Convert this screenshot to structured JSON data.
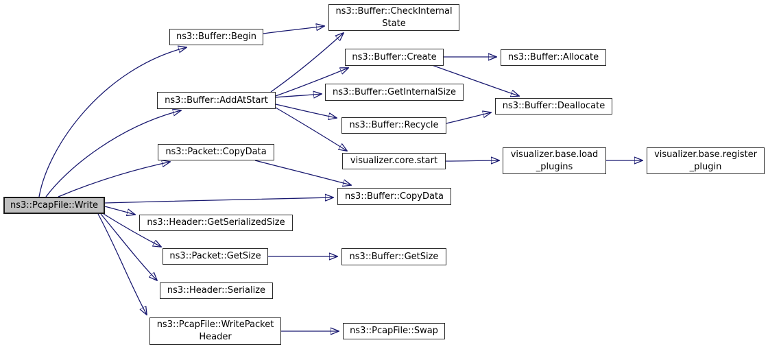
{
  "figure": {
    "type": "call-graph",
    "root": "ns3::PcapFile::Write",
    "colors": {
      "background": "#ffffff",
      "edge": "#191970",
      "node_border": "#2b2b2b",
      "node_fill": "#ffffff",
      "root_fill": "#bfbfbf"
    },
    "nodes": [
      {
        "id": "write",
        "label": "ns3::PcapFile::Write"
      },
      {
        "id": "begin",
        "label": "ns3::Buffer::Begin"
      },
      {
        "id": "addatstart",
        "label": "ns3::Buffer::AddAtStart"
      },
      {
        "id": "packet_copydata",
        "label": "ns3::Packet::CopyData"
      },
      {
        "id": "checkinternalstate",
        "label": "ns3::Buffer::CheckInternal\nState"
      },
      {
        "id": "create",
        "label": "ns3::Buffer::Create"
      },
      {
        "id": "allocate",
        "label": "ns3::Buffer::Allocate"
      },
      {
        "id": "getinternalsize",
        "label": "ns3::Buffer::GetInternalSize"
      },
      {
        "id": "deallocate",
        "label": "ns3::Buffer::Deallocate"
      },
      {
        "id": "recycle",
        "label": "ns3::Buffer::Recycle"
      },
      {
        "id": "core_start",
        "label": "visualizer.core.start"
      },
      {
        "id": "buffer_copydata",
        "label": "ns3::Buffer::CopyData"
      },
      {
        "id": "load_plugins",
        "label": "visualizer.base.load\n_plugins"
      },
      {
        "id": "register_plugin",
        "label": "visualizer.base.register\n_plugin"
      },
      {
        "id": "getserializedsize",
        "label": "ns3::Header::GetSerializedSize"
      },
      {
        "id": "packet_getsize",
        "label": "ns3::Packet::GetSize"
      },
      {
        "id": "buffer_getsize",
        "label": "ns3::Buffer::GetSize"
      },
      {
        "id": "serialize",
        "label": "ns3::Header::Serialize"
      },
      {
        "id": "writepacketheader",
        "label": "ns3::PcapFile::WritePacket\nHeader"
      },
      {
        "id": "swap",
        "label": "ns3::PcapFile::Swap"
      }
    ],
    "edges": [
      {
        "from": "write",
        "to": "begin"
      },
      {
        "from": "write",
        "to": "addatstart"
      },
      {
        "from": "write",
        "to": "packet_copydata"
      },
      {
        "from": "write",
        "to": "buffer_copydata"
      },
      {
        "from": "write",
        "to": "getserializedsize"
      },
      {
        "from": "write",
        "to": "packet_getsize"
      },
      {
        "from": "write",
        "to": "serialize"
      },
      {
        "from": "write",
        "to": "writepacketheader"
      },
      {
        "from": "begin",
        "to": "checkinternalstate"
      },
      {
        "from": "addatstart",
        "to": "checkinternalstate"
      },
      {
        "from": "addatstart",
        "to": "create"
      },
      {
        "from": "addatstart",
        "to": "getinternalsize"
      },
      {
        "from": "addatstart",
        "to": "recycle"
      },
      {
        "from": "addatstart",
        "to": "core_start"
      },
      {
        "from": "create",
        "to": "allocate"
      },
      {
        "from": "create",
        "to": "deallocate"
      },
      {
        "from": "recycle",
        "to": "deallocate"
      },
      {
        "from": "packet_copydata",
        "to": "buffer_copydata"
      },
      {
        "from": "core_start",
        "to": "load_plugins"
      },
      {
        "from": "load_plugins",
        "to": "register_plugin"
      },
      {
        "from": "packet_getsize",
        "to": "buffer_getsize"
      },
      {
        "from": "writepacketheader",
        "to": "swap"
      }
    ]
  }
}
